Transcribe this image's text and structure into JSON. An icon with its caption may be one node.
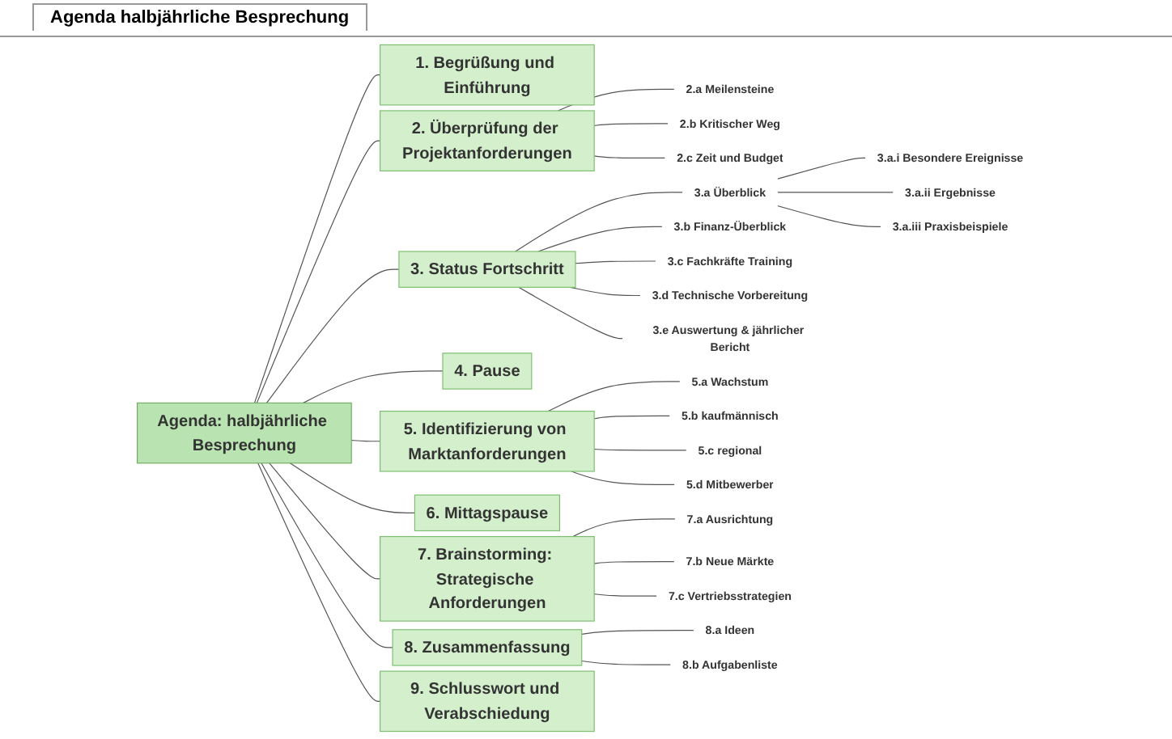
{
  "diagram": {
    "nodes": [
      {
        "text": [
          "Agenda: halbjährliche Besprechung"
        ]
      },
      {
        "text": [
          "1. Begrüßung und Einführung"
        ]
      },
      {
        "text": [
          "2. Überprüfung der Projektanforderungen"
        ]
      },
      {
        "text": [
          "2.a Meilensteine"
        ]
      },
      {
        "text": [
          "2.b Kritischer Weg"
        ]
      },
      {
        "text": [
          "2.c Zeit und Budget"
        ]
      },
      {
        "text": [
          "3. Status Fortschritt"
        ]
      },
      {
        "text": [
          "3.a Überblick"
        ]
      },
      {
        "text": [
          "3.a.i Besondere Ereignisse"
        ]
      },
      {
        "text": [
          "3.a.ii Ergebnisse"
        ]
      },
      {
        "text": [
          "3.a.iii Praxisbeispiele"
        ]
      },
      {
        "text": [
          "3.b Finanz-Überblick"
        ]
      },
      {
        "text": [
          "3.c Fachkräfte Training"
        ]
      },
      {
        "text": [
          "3.d Technische Vorbereitung"
        ]
      },
      {
        "text": [
          "3.e Auswertung & jährlicher Bericht"
        ]
      },
      {
        "text": [
          "4. Pause"
        ]
      },
      {
        "text": [
          "5. Identifizierung von Marktanforderungen"
        ]
      },
      {
        "text": [
          "5.a Wachstum"
        ]
      },
      {
        "text": [
          "5.b kaufmännisch"
        ]
      },
      {
        "text": [
          "5.c regional"
        ]
      },
      {
        "text": [
          "5.d Mitbewerber"
        ]
      },
      {
        "text": [
          "6. Mittagspause"
        ]
      },
      {
        "text": [
          "7. Brainstorming: Strategische Anforderungen"
        ]
      },
      {
        "text": [
          "7.a Ausrichtung"
        ]
      },
      {
        "text": [
          "7.b Neue Märkte"
        ]
      },
      {
        "text": [
          "7.c Vertriebsstrategien"
        ]
      },
      {
        "text": [
          "8. Zusammenfassung"
        ]
      },
      {
        "text": [
          "8.a Ideen"
        ]
      },
      {
        "text": [
          "8.b Aufgabenliste"
        ]
      },
      {
        "text": [
          "9. Schlusswort und Verabschiedung"
        ]
      }
    ],
    "edges": [
      {
        "from": 0,
        "to": 1,
        "arrow": "none"
      },
      {
        "from": 0,
        "to": 2,
        "arrow": "none"
      },
      {
        "from": 2,
        "to": 3,
        "arrow": "none"
      },
      {
        "from": 2,
        "to": 4,
        "arrow": "none"
      },
      {
        "from": 2,
        "to": 5,
        "arrow": "none"
      },
      {
        "from": 0,
        "to": 6,
        "arrow": "none"
      },
      {
        "from": 6,
        "to": 7,
        "arrow": "none"
      },
      {
        "from": 7,
        "to": 8,
        "arrow": "none"
      },
      {
        "from": 7,
        "to": 9,
        "arrow": "none"
      },
      {
        "from": 7,
        "to": 10,
        "arrow": "none"
      },
      {
        "from": 6,
        "to": 11,
        "arrow": "none"
      },
      {
        "from": 6,
        "to": 12,
        "arrow": "none"
      },
      {
        "from": 6,
        "to": 13,
        "arrow": "none"
      },
      {
        "from": 6,
        "to": 14,
        "arrow": "none"
      },
      {
        "from": 0,
        "to": 15,
        "arrow": "none"
      },
      {
        "from": 0,
        "to": 16,
        "arrow": "none"
      },
      {
        "from": 16,
        "to": 17,
        "arrow": "none"
      },
      {
        "from": 16,
        "to": 18,
        "arrow": "none"
      },
      {
        "from": 16,
        "to": 19,
        "arrow": "none"
      },
      {
        "from": 16,
        "to": 20,
        "arrow": "none"
      },
      {
        "from": 0,
        "to": 21,
        "arrow": "none"
      },
      {
        "from": 0,
        "to": 22,
        "arrow": "none"
      },
      {
        "from": 22,
        "to": 23,
        "arrow": "none"
      },
      {
        "from": 22,
        "to": 24,
        "arrow": "none"
      },
      {
        "from": 22,
        "to": 25,
        "arrow": "none"
      },
      {
        "from": 0,
        "to": 26,
        "arrow": "none"
      },
      {
        "from": 26,
        "to": 27,
        "arrow": "none"
      },
      {
        "from": 26,
        "to": 28,
        "arrow": "none"
      },
      {
        "from": 0,
        "to": 29,
        "arrow": "none"
      }
    ],
    "labels": [
      "Agenda halbjährliche Besprechung"
    ]
  }
}
